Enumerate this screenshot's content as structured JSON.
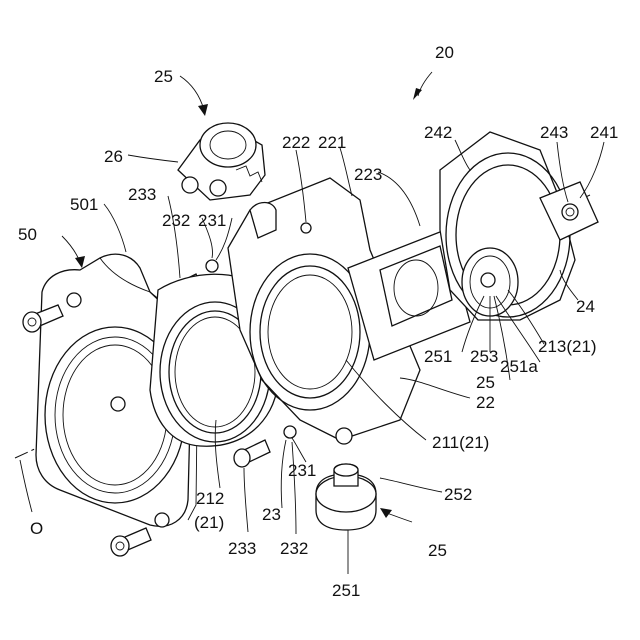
{
  "figure": {
    "labels": {
      "assembly": "20",
      "valve_top": "25",
      "spring": "26",
      "cover": "50",
      "cover_flange": "501",
      "housing_a": "222",
      "housing_b": "221",
      "housing_c": "223",
      "ring_a": "242",
      "screw_hole": "243",
      "outlet_port": "241",
      "pin_233_top": "233",
      "pin_232_top": "232",
      "pin_231_top": "231",
      "part_24": "24",
      "seal_213": "213(21)",
      "valve_251_mid": "251",
      "valve_253": "253",
      "valve_25_mid": "25",
      "valve_251a": "251a",
      "part_22": "22",
      "seal_211": "211(21)",
      "pin_231_bot": "231",
      "seal_212": "212",
      "seal_212_sub": "(21)",
      "part_23": "23",
      "pin_233_bot": "233",
      "pin_232_bot": "232",
      "axis": "O",
      "valve_252": "252",
      "valve_25_bot": "25",
      "valve_251_bot": "251"
    }
  }
}
